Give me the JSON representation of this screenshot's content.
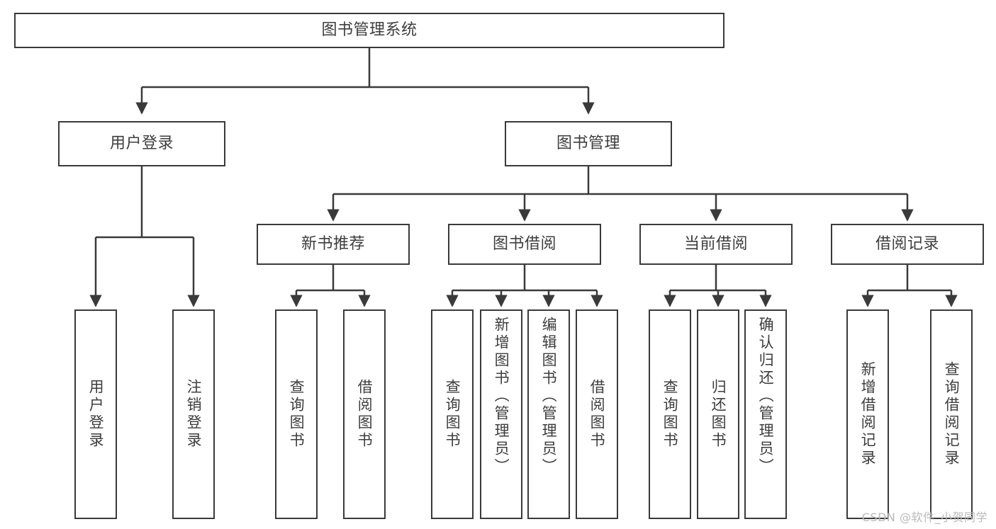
{
  "diagram": {
    "title": "图书管理系统",
    "root": {
      "id": "root",
      "label": "图书管理系统"
    },
    "level2": [
      {
        "id": "user-login",
        "label": "用户登录"
      },
      {
        "id": "book-manage",
        "label": "图书管理"
      }
    ],
    "level3": [
      {
        "id": "new-book-recommend",
        "label": "新书推荐"
      },
      {
        "id": "book-borrow",
        "label": "图书借阅"
      },
      {
        "id": "current-borrow",
        "label": "当前借阅"
      },
      {
        "id": "borrow-record",
        "label": "借阅记录"
      }
    ],
    "leaves": {
      "user_login": [
        {
          "id": "leaf-user-login",
          "label": "用户登录"
        },
        {
          "id": "leaf-logout-login",
          "label": "注销登录"
        }
      ],
      "new_book_recommend": [
        {
          "id": "leaf-query-book-1",
          "label": "查询图书"
        },
        {
          "id": "leaf-borrow-book-1",
          "label": "借阅图书"
        }
      ],
      "book_borrow": [
        {
          "id": "leaf-query-book-2",
          "label": "查询图书"
        },
        {
          "id": "leaf-add-book-admin",
          "label": "新增图书（管理员）"
        },
        {
          "id": "leaf-edit-book-admin",
          "label": "编辑图书（管理员）"
        },
        {
          "id": "leaf-borrow-book-2",
          "label": "借阅图书"
        }
      ],
      "current_borrow": [
        {
          "id": "leaf-query-book-3",
          "label": "查询图书"
        },
        {
          "id": "leaf-return-book",
          "label": "归还图书"
        },
        {
          "id": "leaf-confirm-return-admin",
          "label": "确认归还（管理员）"
        }
      ],
      "borrow_record": [
        {
          "id": "leaf-add-borrow-record",
          "label": "新增借阅记录"
        },
        {
          "id": "leaf-query-borrow-record",
          "label": "查询借阅记录"
        }
      ]
    }
  },
  "watermark": {
    "text": "CSDN @软件_小贺同学"
  },
  "colors": {
    "stroke": "#3a3a3a",
    "text": "#3d3d3d",
    "background": "#ffffff",
    "watermark": "#b9b9b9"
  }
}
